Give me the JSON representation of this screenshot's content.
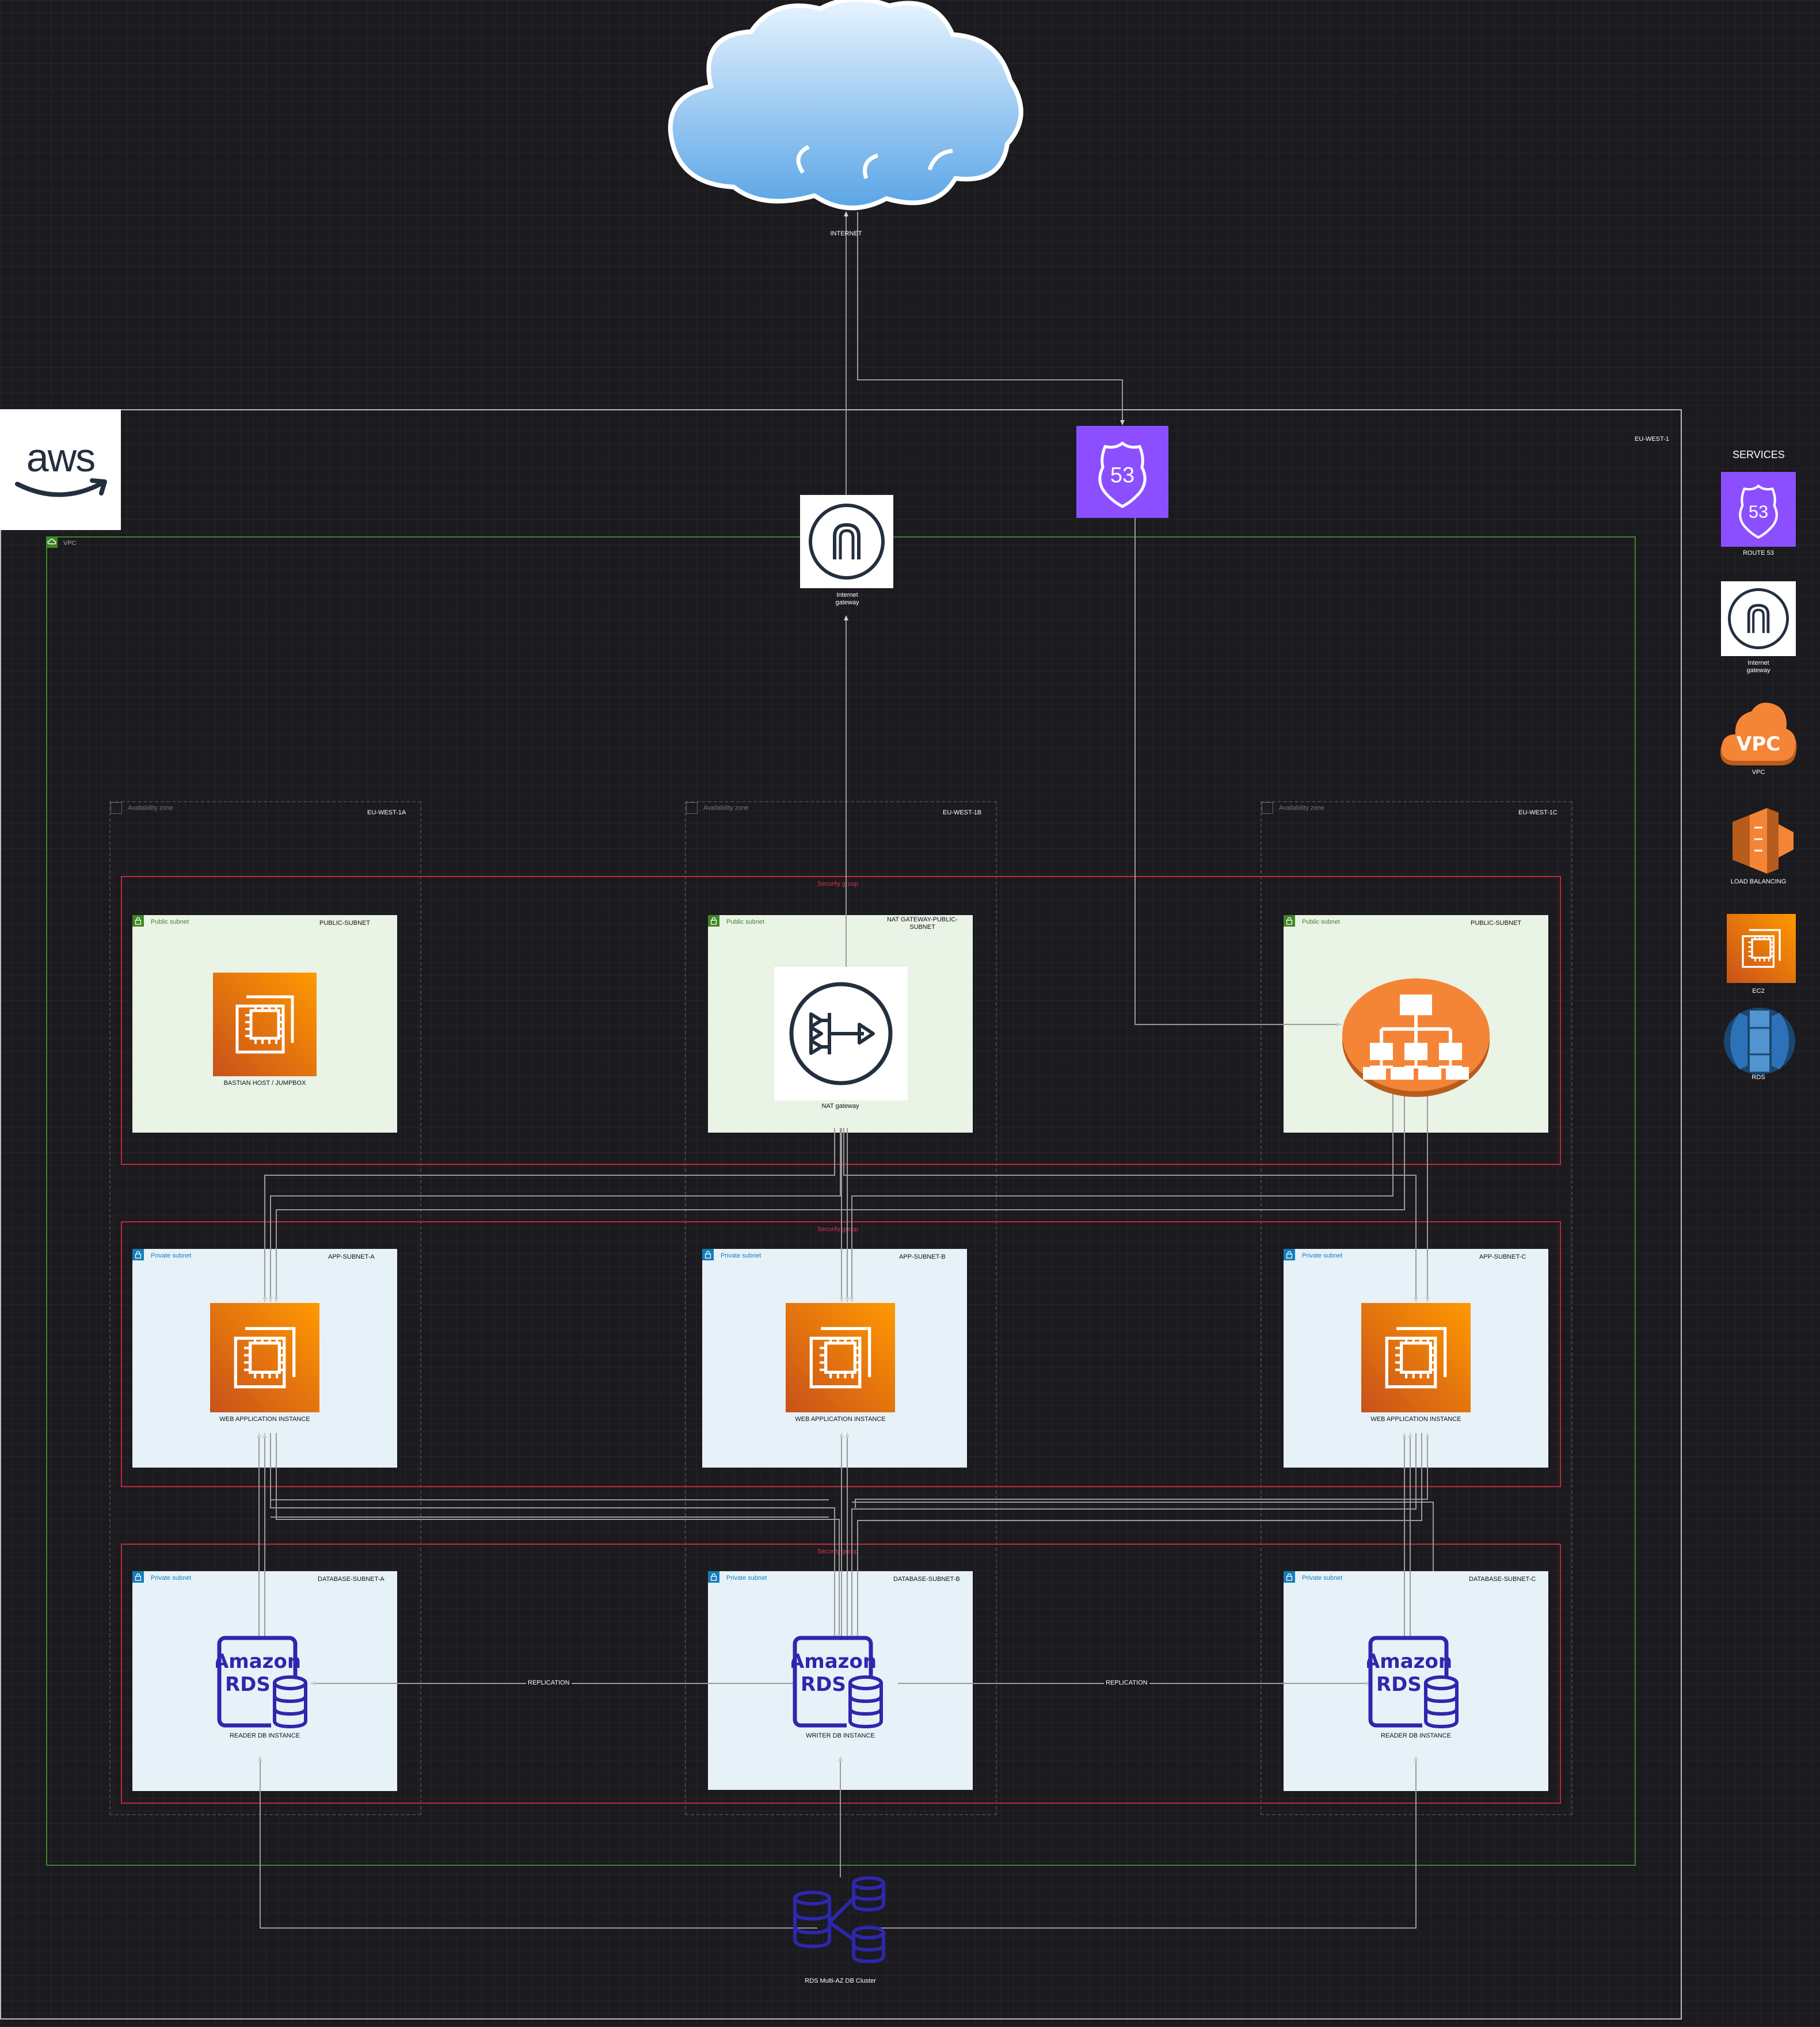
{
  "diagram": {
    "region_label": "EU-WEST-1",
    "vpc_label": "VPC",
    "internet": {
      "label": "INTERNET"
    },
    "internet_gateway": {
      "label": "Internet gateway"
    },
    "route53": {
      "label": ""
    },
    "zones": [
      {
        "type_label": "Availability zone",
        "name": "EU-WEST-1A"
      },
      {
        "type_label": "Availability zone",
        "name": "EU-WEST-1B"
      },
      {
        "type_label": "Availability zone",
        "name": "EU-WEST-1C"
      }
    ],
    "security_group_label": "Security group",
    "subnets": {
      "public_a": {
        "type": "Public subnet",
        "name": "PUBLIC-SUBNET",
        "item": "BASTIAN HOST / JUMPBOX"
      },
      "public_b": {
        "type": "Public subnet",
        "name": "NAT GATEWAY-PUBLIC-SUBNET",
        "item": "NAT gateway"
      },
      "public_c": {
        "type": "Public subnet",
        "name": "PUBLIC-SUBNET",
        "item": ""
      },
      "app_a": {
        "type": "Private subnet",
        "name": "APP-SUBNET-A",
        "item": "WEB APPLICATION INSTANCE"
      },
      "app_b": {
        "type": "Private subnet",
        "name": "APP-SUBNET-B",
        "item": "WEB APPLICATION INSTANCE"
      },
      "app_c": {
        "type": "Private subnet",
        "name": "APP-SUBNET-C",
        "item": "WEB APPLICATION INSTANCE"
      },
      "db_a": {
        "type": "Private subnet",
        "name": "DATABASE-SUBNET-A",
        "item": "READER DB INSTANCE"
      },
      "db_b": {
        "type": "Private subnet",
        "name": "DATABASE-SUBNET-B",
        "item": "WRITER DB INSTANCE"
      },
      "db_c": {
        "type": "Private subnet",
        "name": "DATABASE-SUBNET-C",
        "item": "READER DB INSTANCE"
      }
    },
    "rds_text": {
      "line1": "Amazon",
      "line2": "RDS"
    },
    "replication_label": "REPLICATION",
    "cluster_label": "RDS Multi-AZ DB Cluster",
    "route53_badge": "53",
    "vpc_badge": "VPC"
  },
  "legend": {
    "title": "SERVICES",
    "items": [
      {
        "icon": "route53-icon",
        "label": "ROUTE 53"
      },
      {
        "icon": "internet-gateway-icon",
        "label": "Internet gateway"
      },
      {
        "icon": "vpc-icon",
        "label": "VPC"
      },
      {
        "icon": "load-balancing-icon",
        "label": "LOAD BALANCING"
      },
      {
        "icon": "ec2-icon",
        "label": "EC2"
      },
      {
        "icon": "rds-icon",
        "label": "RDS"
      }
    ]
  },
  "colors": {
    "background": "#1b1a1f",
    "region_border": "#bdbdbd",
    "vpc_border": "#3f8624",
    "security_group": "#dd344c",
    "public_subnet_fill": "#e9f3e6",
    "private_subnet_fill": "#e6f2f8",
    "public_tag": "#3f8624",
    "private_tag": "#147eba",
    "ec2_orange": "#ed7100",
    "route53_purple": "#8c4fff",
    "rds_navy": "#2e27ad",
    "elb_orange": "#f58536"
  }
}
